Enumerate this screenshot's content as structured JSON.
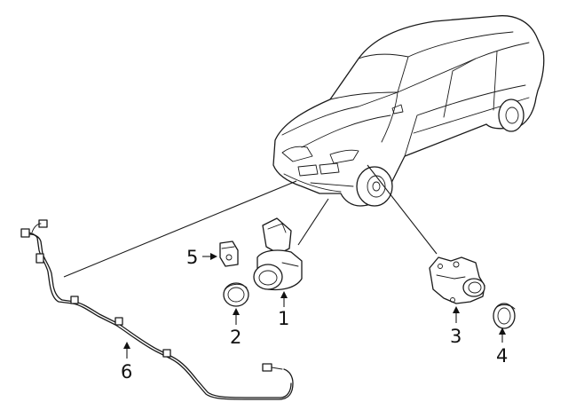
{
  "diagram": {
    "callouts": [
      {
        "id": "sensor",
        "label": "1"
      },
      {
        "id": "sensor-ring",
        "label": "2"
      },
      {
        "id": "sensor-bracket",
        "label": "3"
      },
      {
        "id": "bracket-ring",
        "label": "4"
      },
      {
        "id": "sensor-clip",
        "label": "5"
      },
      {
        "id": "wiring-harness",
        "label": "6"
      }
    ]
  }
}
